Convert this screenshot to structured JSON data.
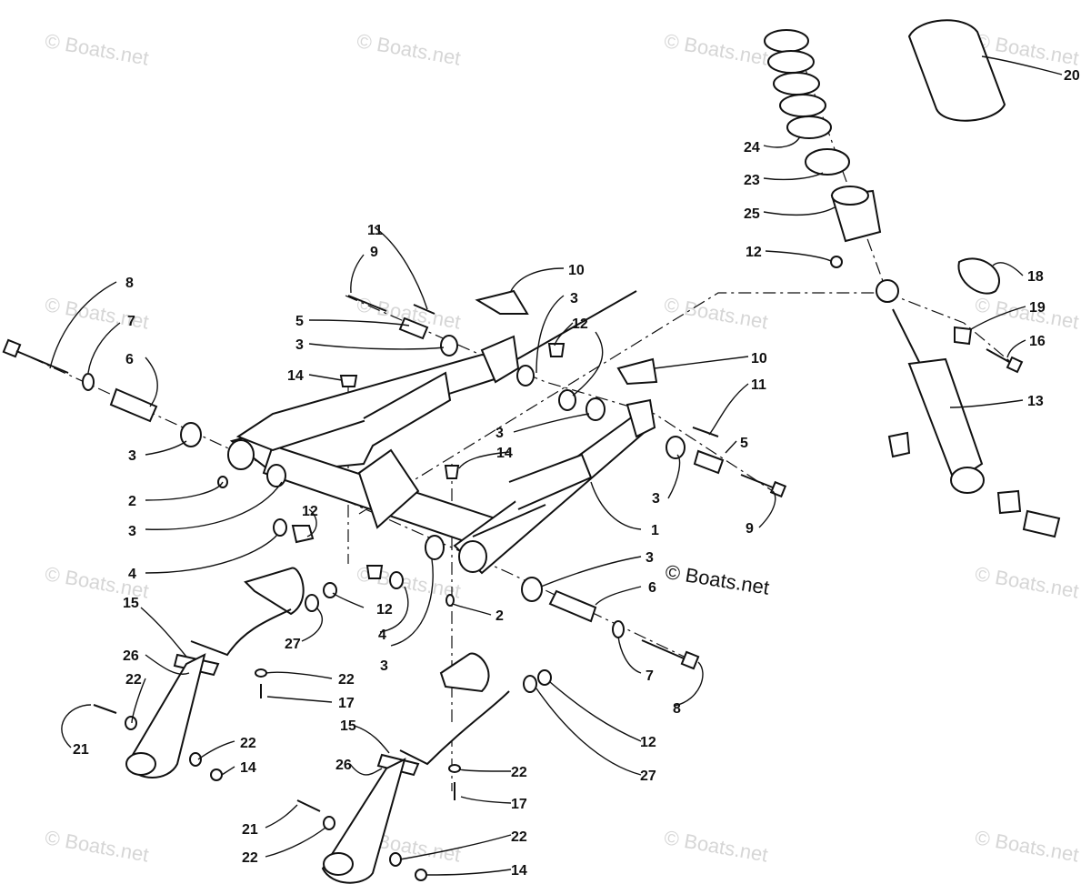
{
  "watermark_text": "© Boats.net",
  "credit_text": "© Boats.net",
  "callouts": [
    "1",
    "2",
    "3",
    "4",
    "5",
    "6",
    "7",
    "8",
    "9",
    "10",
    "11",
    "12",
    "13",
    "14",
    "15",
    "16",
    "17",
    "18",
    "19",
    "20",
    "21",
    "22",
    "23",
    "24",
    "25",
    "26",
    "27"
  ]
}
